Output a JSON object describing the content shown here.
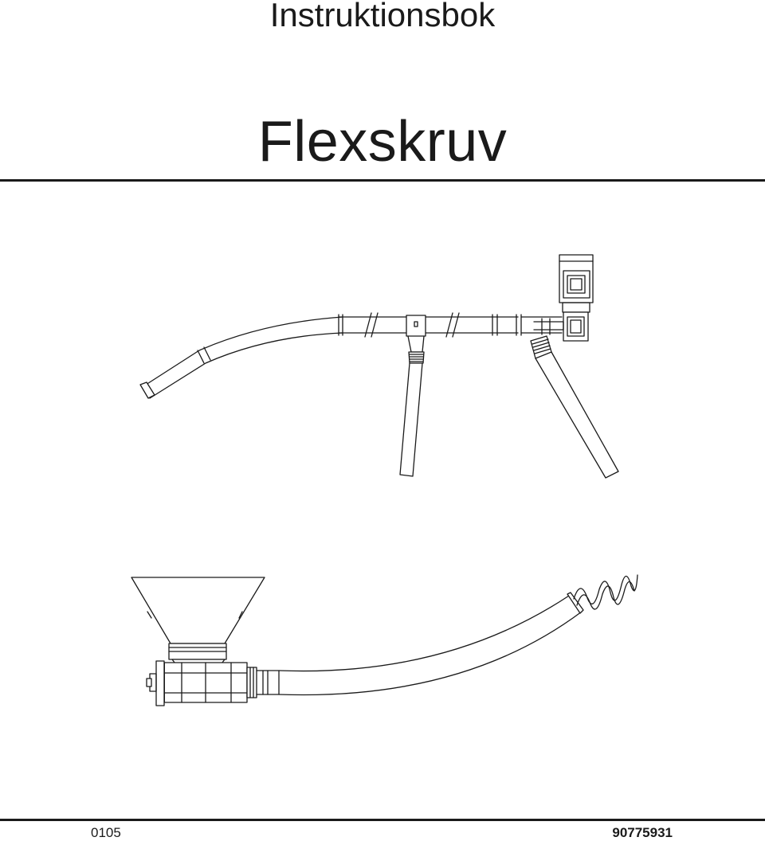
{
  "header": {
    "doc_title": "Instruktionsbok",
    "product_name": "Flexskruv"
  },
  "illustrations": [
    {
      "name": "flexskruv-system-overview"
    },
    {
      "name": "hopper-and-auger-tube"
    }
  ],
  "footer": {
    "edition": "0105",
    "document_number": "90775931"
  }
}
